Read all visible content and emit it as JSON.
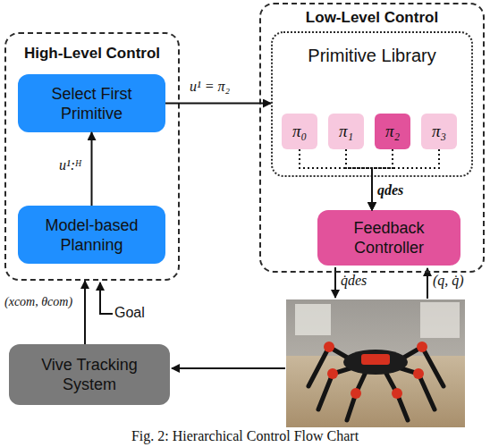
{
  "diagram": {
    "caption": "Fig. 2: Hierarchical Control Flow Chart",
    "nodes": [
      {
        "text": [
          "High-Level Control"
        ]
      },
      {
        "text": [
          "Select First Primitive"
        ],
        "in": 0
      },
      {
        "text": [
          "Model-based Planning"
        ],
        "in": 0
      },
      {
        "text": [
          "Low-Level Control"
        ]
      },
      {
        "text": [
          "Primitive Library"
        ],
        "in": 3
      },
      {
        "text": [
          "π₀"
        ],
        "in": 4
      },
      {
        "text": [
          "π₁"
        ],
        "in": 4
      },
      {
        "text": [
          "π₂"
        ],
        "in": 4
      },
      {
        "text": [
          "π₃"
        ],
        "in": 4
      },
      {
        "text": [
          "Feedback Controller"
        ],
        "in": 3
      },
      {
        "text": [
          "Vive Tracking System"
        ]
      }
    ],
    "edges": [
      {
        "from": 2,
        "to": 1,
        "arrow": "to",
        "label": "u¹:ᴴ"
      },
      {
        "from": 1,
        "to": 4,
        "arrow": "to",
        "label": "u¹ = π₂"
      },
      {
        "from": 5,
        "to": 9,
        "arrow": "to"
      },
      {
        "from": 6,
        "to": 9,
        "arrow": "to"
      },
      {
        "from": 7,
        "to": 9,
        "arrow": "to",
        "label": "qdes"
      },
      {
        "from": 8,
        "to": 9,
        "arrow": "to"
      },
      {
        "from": 10,
        "to": 0,
        "arrow": "to",
        "label": "(xcom, θcom)"
      }
    ],
    "labels": [
      "q̇des",
      "(q, q̇)",
      "Goal"
    ]
  }
}
